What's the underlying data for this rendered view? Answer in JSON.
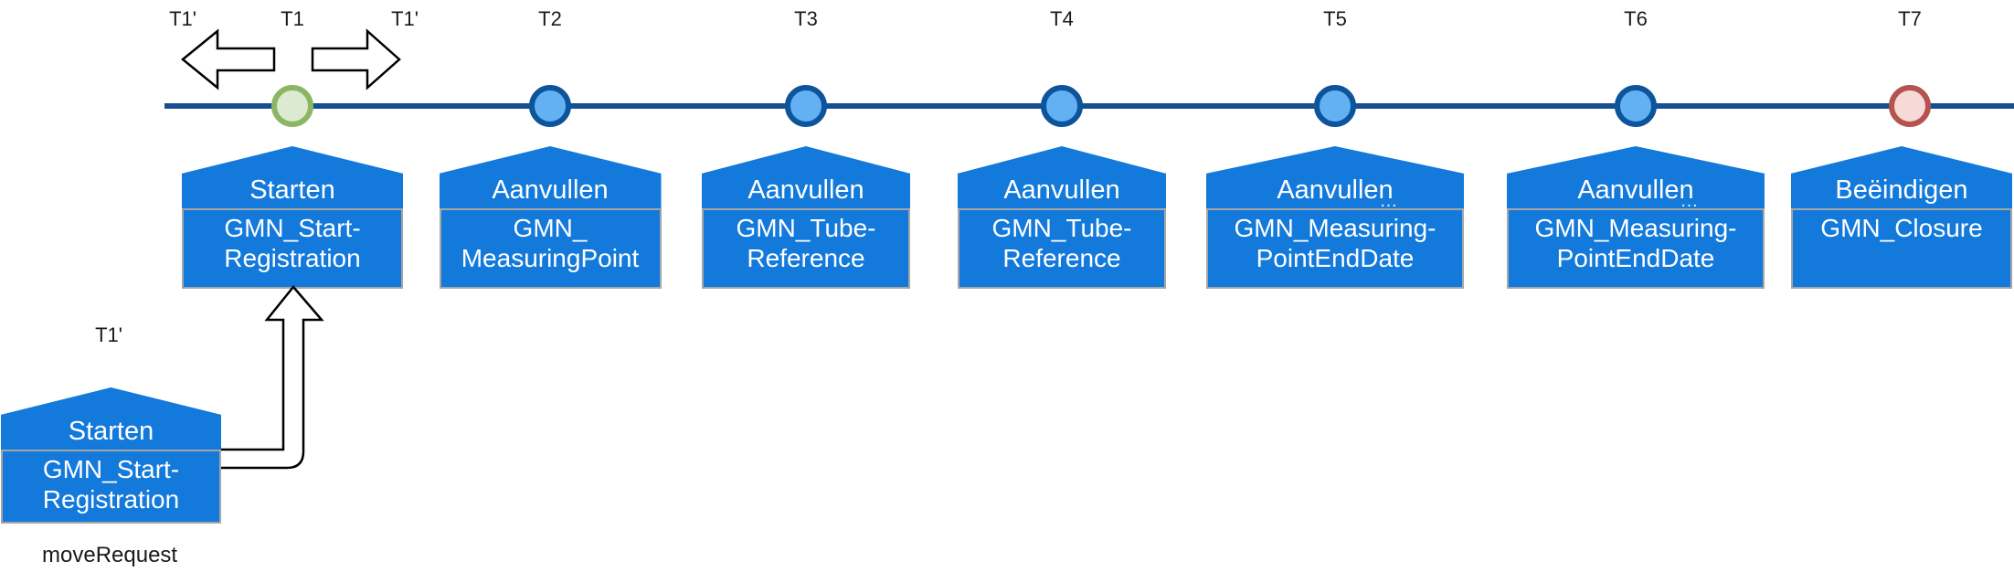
{
  "diagram": {
    "top_labels": {
      "t1_prime_left": "T1'",
      "t1": "T1",
      "t1_prime_right": "T1'"
    },
    "milestones": [
      {
        "t_label": "T1",
        "kind": "start",
        "roof": "Starten",
        "body_line1": "GMN_Start-",
        "body_line2": "Registration"
      },
      {
        "t_label": "T2",
        "kind": "mid",
        "roof": "Aanvullen",
        "body_line1": "GMN_",
        "body_line2": "MeasuringPoint"
      },
      {
        "t_label": "T3",
        "kind": "mid",
        "roof": "Aanvullen",
        "body_line1": "GMN_Tube-",
        "body_line2": "Reference"
      },
      {
        "t_label": "T4",
        "kind": "mid",
        "roof": "Aanvullen",
        "body_line1": "GMN_Tube-",
        "body_line2": "Reference"
      },
      {
        "t_label": "T5",
        "kind": "mid",
        "roof": "Aanvullen",
        "ellipsis": "…",
        "body_line1": "GMN_Measuring-",
        "body_line2": "PointEndDate"
      },
      {
        "t_label": "T6",
        "kind": "mid",
        "roof": "Aanvullen",
        "ellipsis": "…",
        "body_line1": "GMN_Measuring-",
        "body_line2": "PointEndDate"
      },
      {
        "t_label": "T7",
        "kind": "end",
        "roof": "Beëindigen",
        "body_line1": "GMN_Closure",
        "body_line2": ""
      }
    ],
    "move_box": {
      "t_label": "T1'",
      "roof": "Starten",
      "body_line1": "GMN_Start-",
      "body_line2": "Registration",
      "caption": "moveRequest"
    },
    "colors": {
      "box_blue": "#1379db",
      "box_border": "#a6a6a6",
      "timeline": "#17508f",
      "node_mid_fill": "#63b1f3",
      "node_mid_ring": "#0c549c",
      "node_start_fill": "#dcead1",
      "node_start_ring": "#8cb564",
      "node_end_fill": "#f7d9d7",
      "node_end_ring": "#b4534f"
    }
  }
}
